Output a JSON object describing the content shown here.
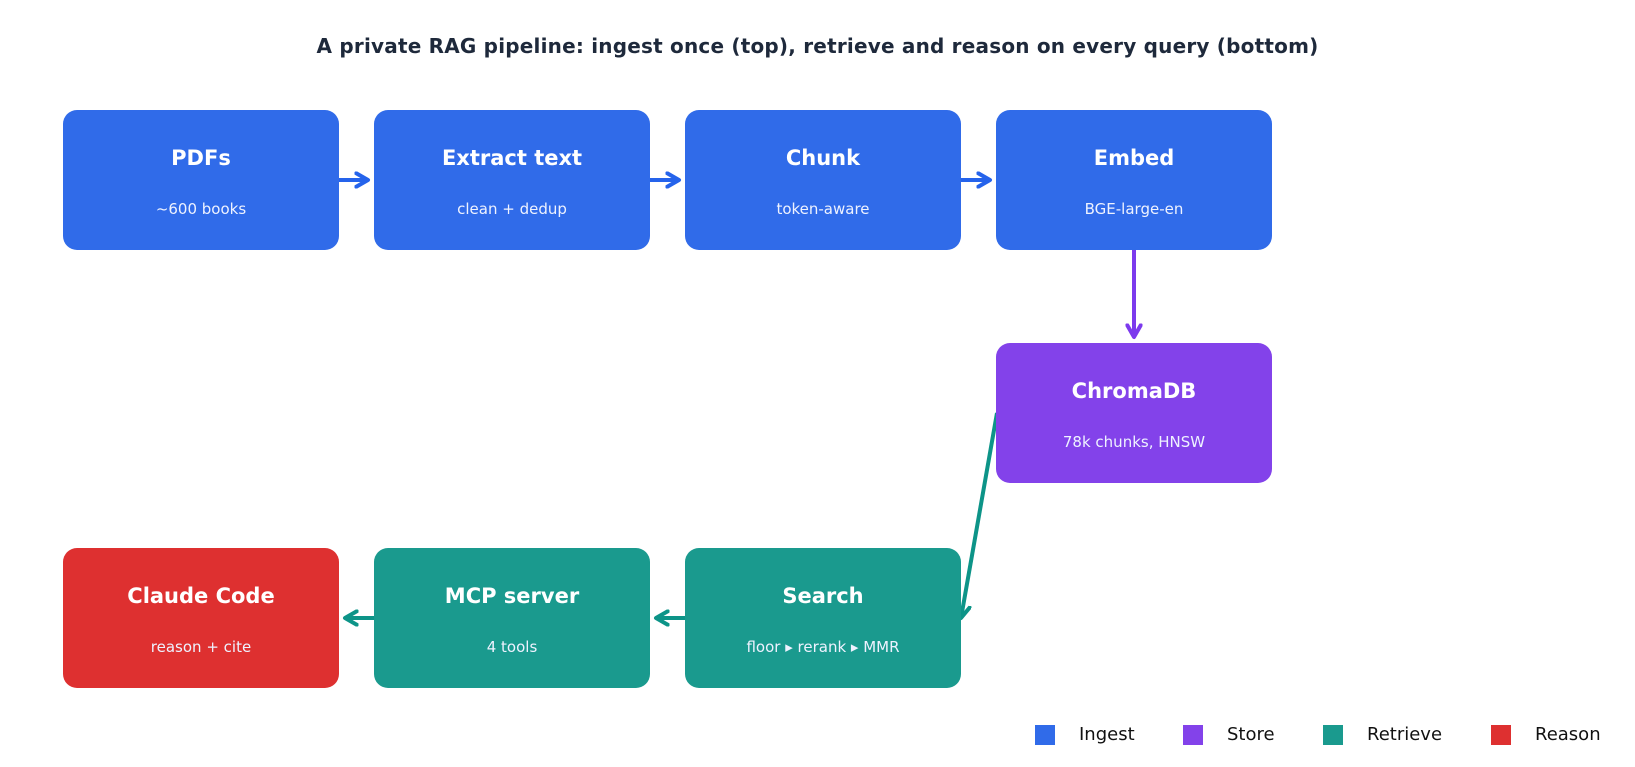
{
  "title": "A private RAG pipeline: ingest once (top), retrieve and reason on every query (bottom)",
  "colors": {
    "ingest": "#306be9",
    "store": "#8342ea",
    "retrieve": "#1a9a8e",
    "reason": "#de3030",
    "arrow_ingest": "#2563eb",
    "arrow_store": "#7c3aed",
    "arrow_retrieve": "#0d9488"
  },
  "nodes": [
    {
      "id": "pdfs",
      "name": "PDFs",
      "sub": "~600 books",
      "stage": "ingest"
    },
    {
      "id": "extract",
      "name": "Extract text",
      "sub": "clean + dedup",
      "stage": "ingest"
    },
    {
      "id": "chunk",
      "name": "Chunk",
      "sub": "token-aware",
      "stage": "ingest"
    },
    {
      "id": "embed",
      "name": "Embed",
      "sub": "BGE-large-en",
      "stage": "ingest"
    },
    {
      "id": "chromadb",
      "name": "ChromaDB",
      "sub": "78k chunks, HNSW",
      "stage": "store"
    },
    {
      "id": "search",
      "name": "Search",
      "sub": "floor ▸ rerank ▸ MMR",
      "stage": "retrieve"
    },
    {
      "id": "mcp",
      "name": "MCP server",
      "sub": "4 tools",
      "stage": "retrieve"
    },
    {
      "id": "claude",
      "name": "Claude Code",
      "sub": "reason + cite",
      "stage": "reason"
    }
  ],
  "edges": [
    {
      "from": "pdfs",
      "to": "extract",
      "stage": "ingest"
    },
    {
      "from": "extract",
      "to": "chunk",
      "stage": "ingest"
    },
    {
      "from": "chunk",
      "to": "embed",
      "stage": "ingest"
    },
    {
      "from": "embed",
      "to": "chromadb",
      "stage": "store"
    },
    {
      "from": "chromadb",
      "to": "search",
      "stage": "retrieve"
    },
    {
      "from": "search",
      "to": "mcp",
      "stage": "retrieve"
    },
    {
      "from": "mcp",
      "to": "claude",
      "stage": "retrieve"
    }
  ],
  "legend": [
    {
      "label": "Ingest",
      "color": "#306be9"
    },
    {
      "label": "Store",
      "color": "#8342ea"
    },
    {
      "label": "Retrieve",
      "color": "#1a9a8e"
    },
    {
      "label": "Reason",
      "color": "#de3030"
    }
  ]
}
